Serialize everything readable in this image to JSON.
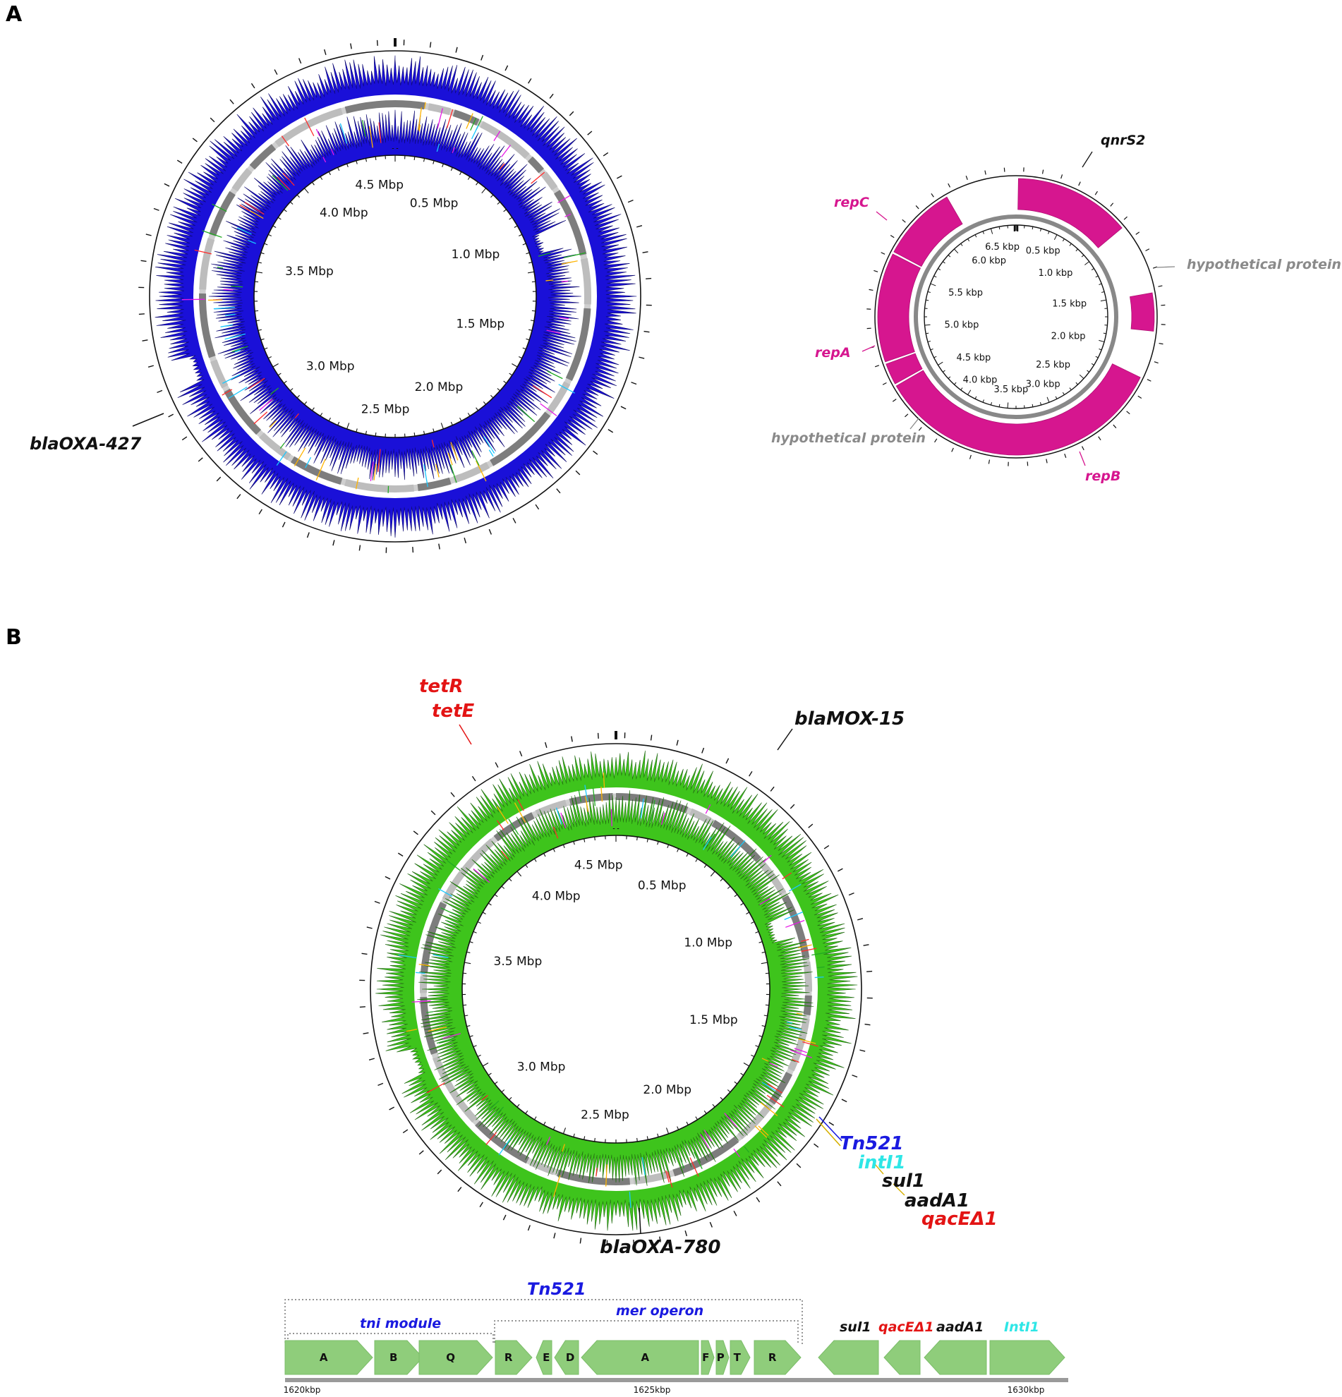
{
  "panel_a": {
    "letter": "A",
    "chromosome": {
      "tick_labels": [
        "0.5 Mbp",
        "1.0 Mbp",
        "1.5 Mbp",
        "2.0 Mbp",
        "2.5 Mbp",
        "3.0 Mbp",
        "3.5 Mbp",
        "4.0 Mbp",
        "4.5 Mbp"
      ],
      "gene_label": "blaOXA-427",
      "ring_color": "#1a10d8"
    },
    "plasmid": {
      "tick_labels": [
        "0.5 kbp",
        "1.0 kbp",
        "1.5 kbp",
        "2.0 kbp",
        "2.5 kbp",
        "3.0 kbp",
        "3.5 kbp",
        "4.0 kbp",
        "4.5 kbp",
        "5.0 kbp",
        "5.5 kbp",
        "6.0 kbp",
        "6.5 kbp"
      ],
      "labels": {
        "qnrS2": "qnrS2",
        "repC": "repC",
        "repA": "repA",
        "repB": "repB",
        "hyp1": "hypothetical protein",
        "hyp2": "hypothetical protein"
      },
      "gene_color": "#d6168f",
      "hypothetical_color": "#8a8a8a"
    }
  },
  "panel_b": {
    "letter": "B",
    "chromosome": {
      "tick_labels": [
        "0.5 Mbp",
        "1.0 Mbp",
        "1.5 Mbp",
        "2.0 Mbp",
        "2.5 Mbp",
        "3.0 Mbp",
        "3.5 Mbp",
        "4.0 Mbp",
        "4.5 Mbp"
      ],
      "ring_color": "#3ec41c",
      "labels": {
        "tetR": "tetR",
        "tetE": "tetE",
        "blaMOX": "blaMOX-15",
        "blaOXA": "blaOXA-780",
        "tn521": "Tn521",
        "intI1": "intI1",
        "sul1": "sul1",
        "aadA1": "aadA1",
        "qacE": "qacEΔ1"
      },
      "label_colors": {
        "red": "#e31414",
        "blue": "#1a1ae0",
        "cyan": "#2ee6e6",
        "black": "#111111"
      }
    },
    "gene_map": {
      "title": "Tn521",
      "modules": {
        "tni": "tni module",
        "mer": "mer operon"
      },
      "right_labels": {
        "sul1": "sul1",
        "qacE": "qacEΔ1",
        "aadA1": "aadA1",
        "intI1": "IntI1"
      },
      "arrows": [
        "A",
        "B",
        "Q",
        "R",
        "E",
        "D",
        "A",
        "F",
        "P",
        "T",
        "R",
        "",
        "",
        "",
        ""
      ],
      "axis_labels": [
        "1620kbp",
        "1625kbp",
        "1630kbp"
      ],
      "arrow_color": "#8fcd7b"
    }
  }
}
